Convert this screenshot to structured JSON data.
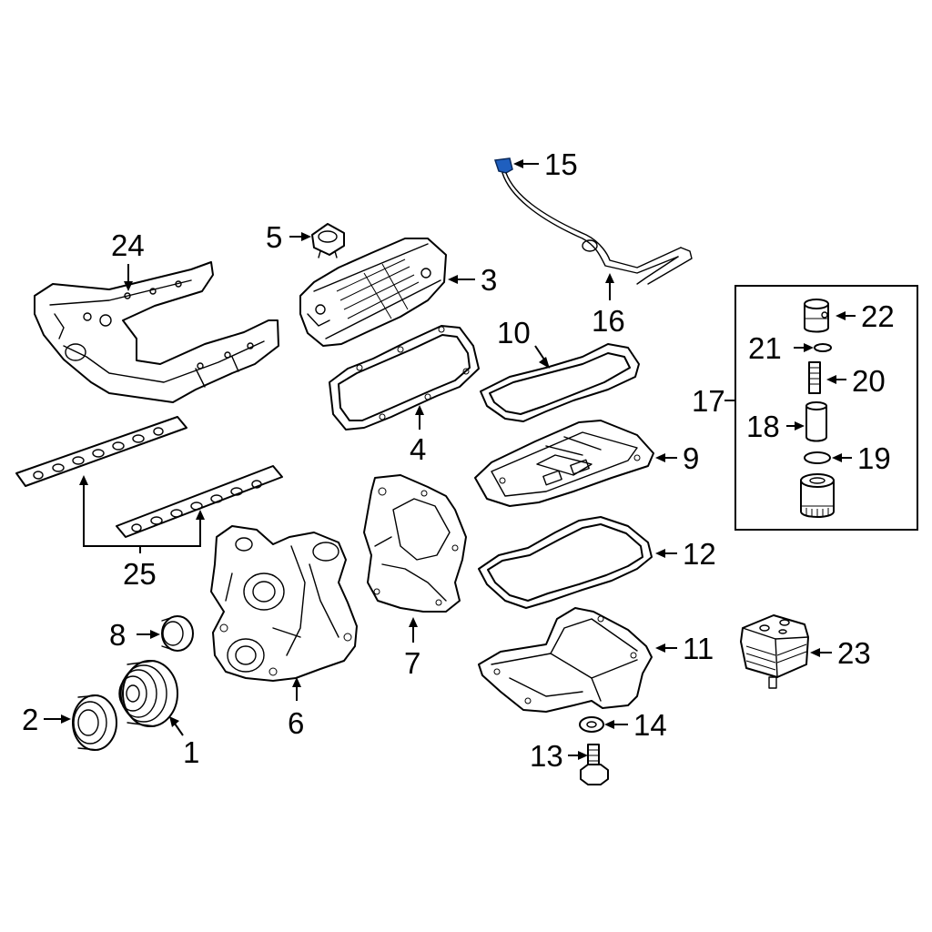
{
  "diagram": {
    "highlight_color": "#1f5fbf",
    "line_color": "#000000",
    "background": "#ffffff",
    "callouts": [
      {
        "id": "1",
        "text": "1"
      },
      {
        "id": "2",
        "text": "2"
      },
      {
        "id": "3",
        "text": "3"
      },
      {
        "id": "4",
        "text": "4"
      },
      {
        "id": "5",
        "text": "5"
      },
      {
        "id": "6",
        "text": "6"
      },
      {
        "id": "7",
        "text": "7"
      },
      {
        "id": "8",
        "text": "8"
      },
      {
        "id": "9",
        "text": "9"
      },
      {
        "id": "10",
        "text": "10"
      },
      {
        "id": "11",
        "text": "11"
      },
      {
        "id": "12",
        "text": "12"
      },
      {
        "id": "13",
        "text": "13"
      },
      {
        "id": "14",
        "text": "14"
      },
      {
        "id": "15",
        "text": "15"
      },
      {
        "id": "16",
        "text": "16"
      },
      {
        "id": "17",
        "text": "17"
      },
      {
        "id": "18",
        "text": "18"
      },
      {
        "id": "19",
        "text": "19"
      },
      {
        "id": "20",
        "text": "20"
      },
      {
        "id": "21",
        "text": "21"
      },
      {
        "id": "22",
        "text": "22"
      },
      {
        "id": "23",
        "text": "23"
      },
      {
        "id": "24",
        "text": "24"
      },
      {
        "id": "25",
        "text": "25"
      }
    ]
  }
}
